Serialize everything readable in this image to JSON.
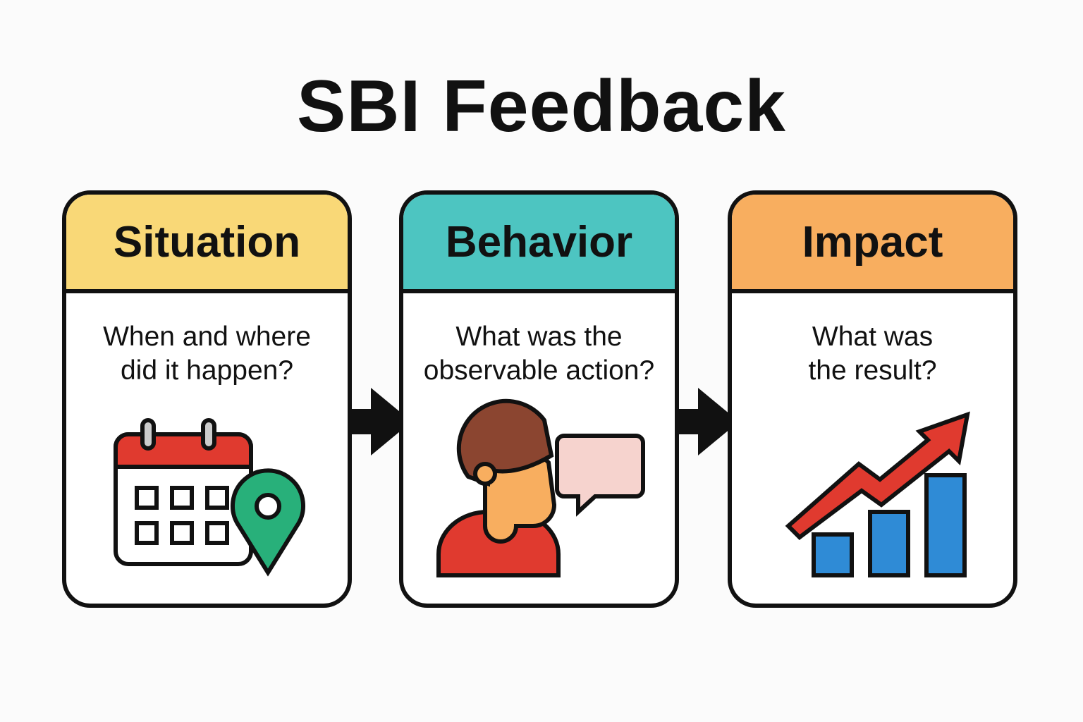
{
  "title": "SBI Feedback",
  "colors": {
    "situation": "#f9d877",
    "behavior": "#4dc5c1",
    "impact": "#f8ae5f"
  },
  "cards": [
    {
      "heading": "Situation",
      "question": "When and where\ndid it happen?",
      "icon": "calendar-location-icon"
    },
    {
      "heading": "Behavior",
      "question": "What was the\nobservable action?",
      "icon": "person-speech-icon"
    },
    {
      "heading": "Impact",
      "question": "What was\nthe result?",
      "icon": "growth-chart-icon"
    }
  ]
}
